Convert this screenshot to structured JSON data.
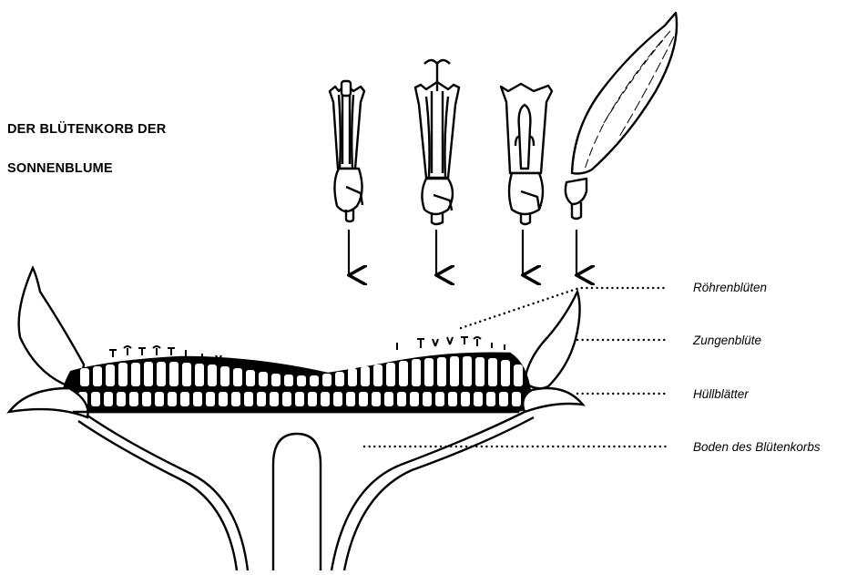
{
  "title": {
    "line1": "DER BLÜTENKORB DER",
    "line2": "SONNENBLUME"
  },
  "labels": {
    "tube_flowers": "Röhrenblüten",
    "ray_flower": "Zungenblüte",
    "bracts": "Hüllblätter",
    "receptacle": "Boden des Blütenkorbs"
  },
  "colors": {
    "ink": "#000000",
    "background": "#ffffff"
  }
}
